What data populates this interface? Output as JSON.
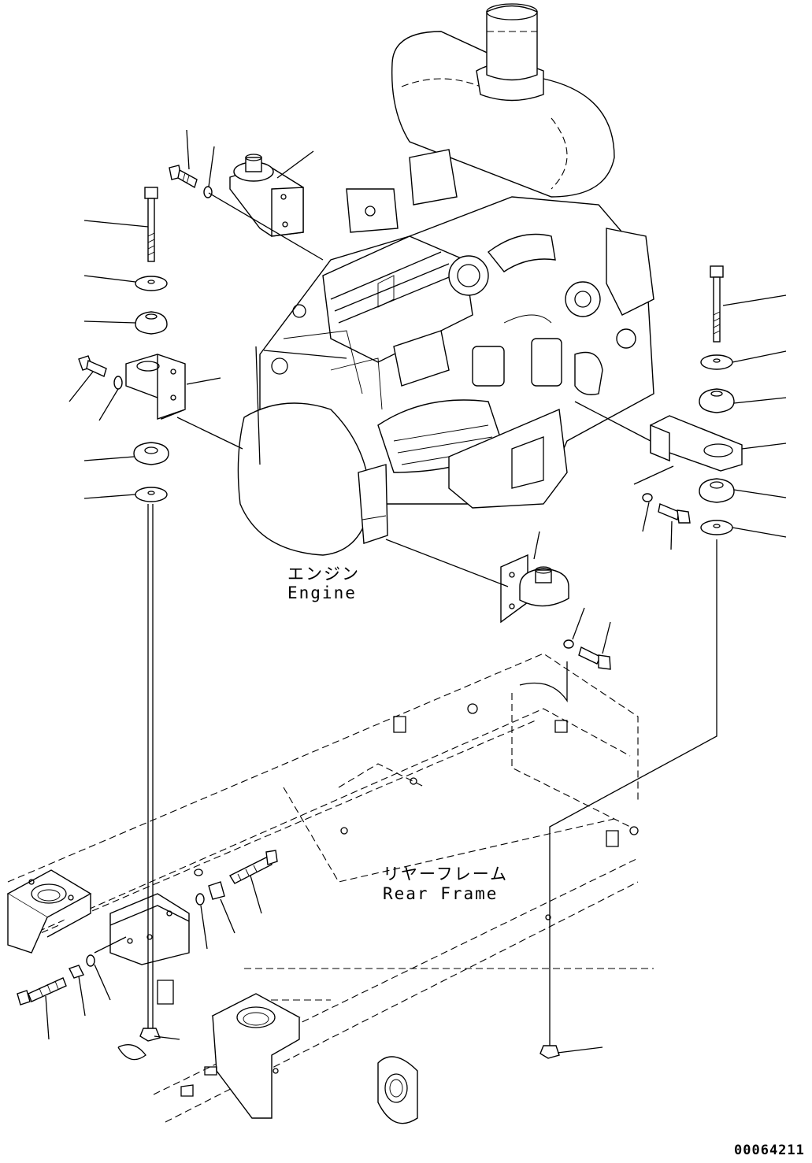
{
  "labels": {
    "engine_jp": "エンジン",
    "engine_en": "Engine",
    "frame_jp": "リヤーフレーム",
    "frame_en": "Rear Frame"
  },
  "drawing_code": "00064211",
  "colors": {
    "line": "#000000",
    "background": "#ffffff"
  }
}
